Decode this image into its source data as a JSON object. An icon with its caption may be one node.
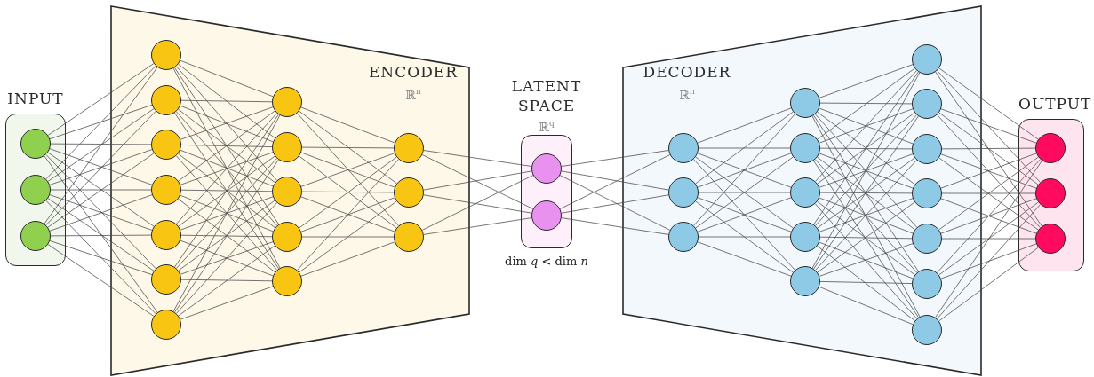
{
  "diagram": {
    "nodes": [
      {
        "text": [
          "INPUT"
        ]
      },
      {
        "text": [],
        "shape": "circle",
        "in": 0
      },
      {
        "text": [],
        "shape": "circle",
        "in": 0
      },
      {
        "text": [],
        "shape": "circle",
        "in": 0
      },
      {
        "text": [
          "ENCODER",
          "ℝ$^{n}$"
        ]
      },
      {
        "text": [],
        "shape": "circle",
        "in": 4
      },
      {
        "text": [],
        "shape": "circle",
        "in": 4
      },
      {
        "text": [],
        "shape": "circle",
        "in": 4
      },
      {
        "text": [],
        "shape": "circle",
        "in": 4
      },
      {
        "text": [],
        "shape": "circle",
        "in": 4
      },
      {
        "text": [],
        "shape": "circle",
        "in": 4
      },
      {
        "text": [],
        "shape": "circle",
        "in": 4
      },
      {
        "text": [],
        "shape": "circle",
        "in": 4
      },
      {
        "text": [],
        "shape": "circle",
        "in": 4
      },
      {
        "text": [],
        "shape": "circle",
        "in": 4
      },
      {
        "text": [],
        "shape": "circle",
        "in": 4
      },
      {
        "text": [],
        "shape": "circle",
        "in": 4
      },
      {
        "text": [],
        "shape": "circle",
        "in": 4
      },
      {
        "text": [],
        "shape": "circle",
        "in": 4
      },
      {
        "text": [],
        "shape": "circle",
        "in": 4
      },
      {
        "text": [
          "LATENT SPACE",
          "ℝ$^{q}$"
        ],
        "beside": [
          "dim *q* < dim *n*"
        ]
      },
      {
        "text": [],
        "shape": "circle",
        "in": 20
      },
      {
        "text": [],
        "shape": "circle",
        "in": 20
      },
      {
        "text": [
          "DECODER",
          "ℝ$^{n}$"
        ]
      },
      {
        "text": [],
        "shape": "circle",
        "in": 23
      },
      {
        "text": [],
        "shape": "circle",
        "in": 23
      },
      {
        "text": [],
        "shape": "circle",
        "in": 23
      },
      {
        "text": [],
        "shape": "circle",
        "in": 23
      },
      {
        "text": [],
        "shape": "circle",
        "in": 23
      },
      {
        "text": [],
        "shape": "circle",
        "in": 23
      },
      {
        "text": [],
        "shape": "circle",
        "in": 23
      },
      {
        "text": [],
        "shape": "circle",
        "in": 23
      },
      {
        "text": [],
        "shape": "circle",
        "in": 23
      },
      {
        "text": [],
        "shape": "circle",
        "in": 23
      },
      {
        "text": [],
        "shape": "circle",
        "in": 23
      },
      {
        "text": [],
        "shape": "circle",
        "in": 23
      },
      {
        "text": [],
        "shape": "circle",
        "in": 23
      },
      {
        "text": [],
        "shape": "circle",
        "in": 23
      },
      {
        "text": [],
        "shape": "circle",
        "in": 23
      },
      {
        "text": [
          "OUTPUT"
        ]
      },
      {
        "text": [],
        "shape": "circle",
        "in": 39
      },
      {
        "text": [],
        "shape": "circle",
        "in": 39
      },
      {
        "text": [],
        "shape": "circle",
        "in": 39
      }
    ],
    "edges": [
      {
        "from": 1,
        "to": 5,
        "arrow": "none"
      },
      {
        "from": 1,
        "to": 6,
        "arrow": "none"
      },
      {
        "from": 1,
        "to": 7,
        "arrow": "none"
      },
      {
        "from": 1,
        "to": 8,
        "arrow": "none"
      },
      {
        "from": 1,
        "to": 9,
        "arrow": "none"
      },
      {
        "from": 1,
        "to": 10,
        "arrow": "none"
      },
      {
        "from": 1,
        "to": 11,
        "arrow": "none"
      },
      {
        "from": 2,
        "to": 5,
        "arrow": "none"
      },
      {
        "from": 2,
        "to": 6,
        "arrow": "none"
      },
      {
        "from": 2,
        "to": 7,
        "arrow": "none"
      },
      {
        "from": 2,
        "to": 8,
        "arrow": "none"
      },
      {
        "from": 2,
        "to": 9,
        "arrow": "none"
      },
      {
        "from": 2,
        "to": 10,
        "arrow": "none"
      },
      {
        "from": 2,
        "to": 11,
        "arrow": "none"
      },
      {
        "from": 3,
        "to": 5,
        "arrow": "none"
      },
      {
        "from": 3,
        "to": 6,
        "arrow": "none"
      },
      {
        "from": 3,
        "to": 7,
        "arrow": "none"
      },
      {
        "from": 3,
        "to": 8,
        "arrow": "none"
      },
      {
        "from": 3,
        "to": 9,
        "arrow": "none"
      },
      {
        "from": 3,
        "to": 10,
        "arrow": "none"
      },
      {
        "from": 3,
        "to": 11,
        "arrow": "none"
      },
      {
        "from": 5,
        "to": 12,
        "arrow": "none"
      },
      {
        "from": 5,
        "to": 13,
        "arrow": "none"
      },
      {
        "from": 5,
        "to": 14,
        "arrow": "none"
      },
      {
        "from": 5,
        "to": 15,
        "arrow": "none"
      },
      {
        "from": 5,
        "to": 16,
        "arrow": "none"
      },
      {
        "from": 6,
        "to": 12,
        "arrow": "none"
      },
      {
        "from": 6,
        "to": 13,
        "arrow": "none"
      },
      {
        "from": 6,
        "to": 14,
        "arrow": "none"
      },
      {
        "from": 6,
        "to": 15,
        "arrow": "none"
      },
      {
        "from": 6,
        "to": 16,
        "arrow": "none"
      },
      {
        "from": 7,
        "to": 12,
        "arrow": "none"
      },
      {
        "from": 7,
        "to": 13,
        "arrow": "none"
      },
      {
        "from": 7,
        "to": 14,
        "arrow": "none"
      },
      {
        "from": 7,
        "to": 15,
        "arrow": "none"
      },
      {
        "from": 7,
        "to": 16,
        "arrow": "none"
      },
      {
        "from": 8,
        "to": 12,
        "arrow": "none"
      },
      {
        "from": 8,
        "to": 13,
        "arrow": "none"
      },
      {
        "from": 8,
        "to": 14,
        "arrow": "none"
      },
      {
        "from": 8,
        "to": 15,
        "arrow": "none"
      },
      {
        "from": 8,
        "to": 16,
        "arrow": "none"
      },
      {
        "from": 9,
        "to": 12,
        "arrow": "none"
      },
      {
        "from": 9,
        "to": 13,
        "arrow": "none"
      },
      {
        "from": 9,
        "to": 14,
        "arrow": "none"
      },
      {
        "from": 9,
        "to": 15,
        "arrow": "none"
      },
      {
        "from": 9,
        "to": 16,
        "arrow": "none"
      },
      {
        "from": 10,
        "to": 12,
        "arrow": "none"
      },
      {
        "from": 10,
        "to": 13,
        "arrow": "none"
      },
      {
        "from": 10,
        "to": 14,
        "arrow": "none"
      },
      {
        "from": 10,
        "to": 15,
        "arrow": "none"
      },
      {
        "from": 10,
        "to": 16,
        "arrow": "none"
      },
      {
        "from": 11,
        "to": 12,
        "arrow": "none"
      },
      {
        "from": 11,
        "to": 13,
        "arrow": "none"
      },
      {
        "from": 11,
        "to": 14,
        "arrow": "none"
      },
      {
        "from": 11,
        "to": 15,
        "arrow": "none"
      },
      {
        "from": 11,
        "to": 16,
        "arrow": "none"
      },
      {
        "from": 12,
        "to": 17,
        "arrow": "none"
      },
      {
        "from": 12,
        "to": 18,
        "arrow": "none"
      },
      {
        "from": 12,
        "to": 19,
        "arrow": "none"
      },
      {
        "from": 13,
        "to": 17,
        "arrow": "none"
      },
      {
        "from": 13,
        "to": 18,
        "arrow": "none"
      },
      {
        "from": 13,
        "to": 19,
        "arrow": "none"
      },
      {
        "from": 14,
        "to": 17,
        "arrow": "none"
      },
      {
        "from": 14,
        "to": 18,
        "arrow": "none"
      },
      {
        "from": 14,
        "to": 19,
        "arrow": "none"
      },
      {
        "from": 15,
        "to": 17,
        "arrow": "none"
      },
      {
        "from": 15,
        "to": 18,
        "arrow": "none"
      },
      {
        "from": 15,
        "to": 19,
        "arrow": "none"
      },
      {
        "from": 16,
        "to": 17,
        "arrow": "none"
      },
      {
        "from": 16,
        "to": 18,
        "arrow": "none"
      },
      {
        "from": 16,
        "to": 19,
        "arrow": "none"
      },
      {
        "from": 17,
        "to": 21,
        "arrow": "none"
      },
      {
        "from": 17,
        "to": 22,
        "arrow": "none"
      },
      {
        "from": 18,
        "to": 21,
        "arrow": "none"
      },
      {
        "from": 18,
        "to": 22,
        "arrow": "none"
      },
      {
        "from": 19,
        "to": 21,
        "arrow": "none"
      },
      {
        "from": 19,
        "to": 22,
        "arrow": "none"
      },
      {
        "from": 21,
        "to": 24,
        "arrow": "none"
      },
      {
        "from": 21,
        "to": 25,
        "arrow": "none"
      },
      {
        "from": 21,
        "to": 26,
        "arrow": "none"
      },
      {
        "from": 22,
        "to": 24,
        "arrow": "none"
      },
      {
        "from": 22,
        "to": 25,
        "arrow": "none"
      },
      {
        "from": 22,
        "to": 26,
        "arrow": "none"
      },
      {
        "from": 24,
        "to": 27,
        "arrow": "none"
      },
      {
        "from": 24,
        "to": 28,
        "arrow": "none"
      },
      {
        "from": 24,
        "to": 29,
        "arrow": "none"
      },
      {
        "from": 24,
        "to": 30,
        "arrow": "none"
      },
      {
        "from": 24,
        "to": 31,
        "arrow": "none"
      },
      {
        "from": 25,
        "to": 27,
        "arrow": "none"
      },
      {
        "from": 25,
        "to": 28,
        "arrow": "none"
      },
      {
        "from": 25,
        "to": 29,
        "arrow": "none"
      },
      {
        "from": 25,
        "to": 30,
        "arrow": "none"
      },
      {
        "from": 25,
        "to": 31,
        "arrow": "none"
      },
      {
        "from": 26,
        "to": 27,
        "arrow": "none"
      },
      {
        "from": 26,
        "to": 28,
        "arrow": "none"
      },
      {
        "from": 26,
        "to": 29,
        "arrow": "none"
      },
      {
        "from": 26,
        "to": 30,
        "arrow": "none"
      },
      {
        "from": 26,
        "to": 31,
        "arrow": "none"
      },
      {
        "from": 27,
        "to": 32,
        "arrow": "none"
      },
      {
        "from": 27,
        "to": 33,
        "arrow": "none"
      },
      {
        "from": 27,
        "to": 34,
        "arrow": "none"
      },
      {
        "from": 27,
        "to": 35,
        "arrow": "none"
      },
      {
        "from": 27,
        "to": 36,
        "arrow": "none"
      },
      {
        "from": 27,
        "to": 37,
        "arrow": "none"
      },
      {
        "from": 27,
        "to": 38,
        "arrow": "none"
      },
      {
        "from": 28,
        "to": 32,
        "arrow": "none"
      },
      {
        "from": 28,
        "to": 33,
        "arrow": "none"
      },
      {
        "from": 28,
        "to": 34,
        "arrow": "none"
      },
      {
        "from": 28,
        "to": 35,
        "arrow": "none"
      },
      {
        "from": 28,
        "to": 36,
        "arrow": "none"
      },
      {
        "from": 28,
        "to": 37,
        "arrow": "none"
      },
      {
        "from": 28,
        "to": 38,
        "arrow": "none"
      },
      {
        "from": 29,
        "to": 32,
        "arrow": "none"
      },
      {
        "from": 29,
        "to": 33,
        "arrow": "none"
      },
      {
        "from": 29,
        "to": 34,
        "arrow": "none"
      },
      {
        "from": 29,
        "to": 35,
        "arrow": "none"
      },
      {
        "from": 29,
        "to": 36,
        "arrow": "none"
      },
      {
        "from": 29,
        "to": 37,
        "arrow": "none"
      },
      {
        "from": 29,
        "to": 38,
        "arrow": "none"
      },
      {
        "from": 30,
        "to": 32,
        "arrow": "none"
      },
      {
        "from": 30,
        "to": 33,
        "arrow": "none"
      },
      {
        "from": 30,
        "to": 34,
        "arrow": "none"
      },
      {
        "from": 30,
        "to": 35,
        "arrow": "none"
      },
      {
        "from": 30,
        "to": 36,
        "arrow": "none"
      },
      {
        "from": 30,
        "to": 37,
        "arrow": "none"
      },
      {
        "from": 30,
        "to": 38,
        "arrow": "none"
      },
      {
        "from": 31,
        "to": 32,
        "arrow": "none"
      },
      {
        "from": 31,
        "to": 33,
        "arrow": "none"
      },
      {
        "from": 31,
        "to": 34,
        "arrow": "none"
      },
      {
        "from": 31,
        "to": 35,
        "arrow": "none"
      },
      {
        "from": 31,
        "to": 36,
        "arrow": "none"
      },
      {
        "from": 31,
        "to": 37,
        "arrow": "none"
      },
      {
        "from": 31,
        "to": 38,
        "arrow": "none"
      },
      {
        "from": 32,
        "to": 40,
        "arrow": "none"
      },
      {
        "from": 32,
        "to": 41,
        "arrow": "none"
      },
      {
        "from": 32,
        "to": 42,
        "arrow": "none"
      },
      {
        "from": 33,
        "to": 40,
        "arrow": "none"
      },
      {
        "from": 33,
        "to": 41,
        "arrow": "none"
      },
      {
        "from": 33,
        "to": 42,
        "arrow": "none"
      },
      {
        "from": 34,
        "to": 40,
        "arrow": "none"
      },
      {
        "from": 34,
        "to": 41,
        "arrow": "none"
      },
      {
        "from": 34,
        "to": 42,
        "arrow": "none"
      },
      {
        "from": 35,
        "to": 40,
        "arrow": "none"
      },
      {
        "from": 35,
        "to": 41,
        "arrow": "none"
      },
      {
        "from": 35,
        "to": 42,
        "arrow": "none"
      },
      {
        "from": 36,
        "to": 40,
        "arrow": "none"
      },
      {
        "from": 36,
        "to": 41,
        "arrow": "none"
      },
      {
        "from": 36,
        "to": 42,
        "arrow": "none"
      },
      {
        "from": 37,
        "to": 40,
        "arrow": "none"
      },
      {
        "from": 37,
        "to": 41,
        "arrow": "none"
      },
      {
        "from": 37,
        "to": 42,
        "arrow": "none"
      },
      {
        "from": 38,
        "to": 40,
        "arrow": "none"
      },
      {
        "from": 38,
        "to": 41,
        "arrow": "none"
      },
      {
        "from": 38,
        "to": 42,
        "arrow": "none"
      }
    ]
  }
}
